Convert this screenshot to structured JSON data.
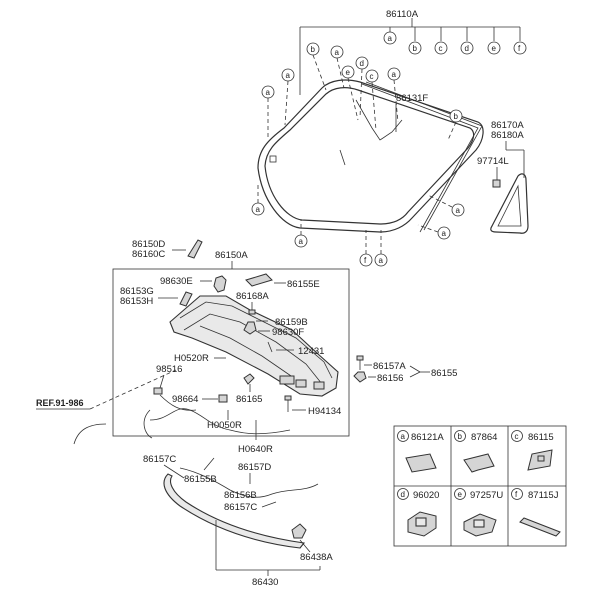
{
  "labels": {
    "p86110A": "86110A",
    "p86131F": "86131F",
    "p86170A": "86170A",
    "p86180A": "86180A",
    "p97714L": "97714L",
    "p86150D": "86150D",
    "p86160C": "86160C",
    "p86150A": "86150A",
    "p98630E": "98630E",
    "p86155E": "86155E",
    "p86153G": "86153G",
    "p86153H": "86153H",
    "p86168A": "86168A",
    "p86159B": "86159B",
    "p98630F": "98630F",
    "p12431": "12431",
    "p86157A": "86157A",
    "p86155": "86155",
    "p86156": "86156",
    "pH0520R": "H0520R",
    "p98516": "98516",
    "p98664": "98664",
    "p86165": "86165",
    "pH94134": "H94134",
    "pH0050R": "H0050R",
    "pH0640R": "H0640R",
    "pRef": "REF.91-986",
    "p86157C_1": "86157C",
    "p86155B": "86155B",
    "p86157D": "86157D",
    "p86156B": "86156B",
    "p86157C_2": "86157C",
    "p86438A": "86438A",
    "p86430": "86430"
  },
  "callouts": {
    "a": "a",
    "b": "b",
    "c": "c",
    "d": "d",
    "e": "e",
    "f": "f"
  },
  "legend": [
    {
      "letter": "a",
      "part": "86121A"
    },
    {
      "letter": "b",
      "part": "87864"
    },
    {
      "letter": "c",
      "part": "86115"
    },
    {
      "letter": "d",
      "part": "96020"
    },
    {
      "letter": "e",
      "part": "97257U"
    },
    {
      "letter": "f",
      "part": "87115J"
    }
  ]
}
